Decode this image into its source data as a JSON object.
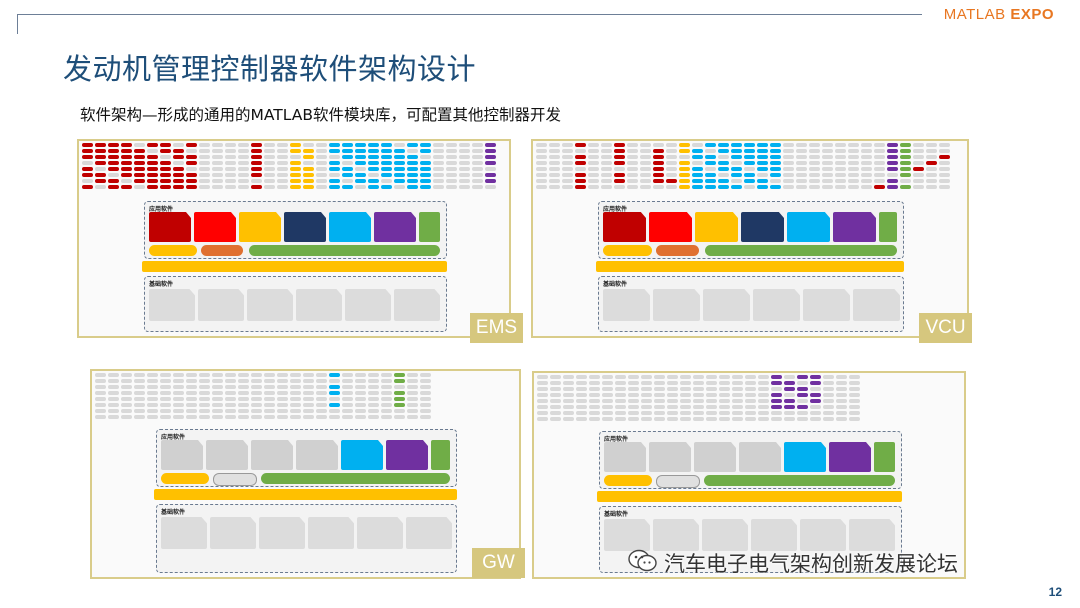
{
  "header": {
    "brand_light": "MATLAB",
    "brand_bold": "EXPO",
    "brand_color": "#e87722"
  },
  "title": "发动机管理控制器软件架构设计",
  "subtitle": "软件架构—形成的通用的MATLAB软件模块库，可配置其他控制器开发",
  "page_number": "12",
  "panels": [
    {
      "tag": "EMS",
      "app_label": "应用软件",
      "base_label": "基础软件"
    },
    {
      "tag": "VCU",
      "app_label": "应用软件",
      "base_label": "基础软件"
    },
    {
      "tag": "GW",
      "app_label": "应用软件",
      "base_label": "基础软件"
    },
    {
      "tag": "",
      "app_label": "应用软件",
      "base_label": "基础软件"
    }
  ],
  "watermark": {
    "text": "汽车电子电气架构创新发展论坛",
    "icon": "wechat-icon"
  },
  "colors": {
    "red": "#c00000",
    "bright_red": "#ff0000",
    "yellow": "#ffc000",
    "navy": "#1f3864",
    "cyan": "#00b0f0",
    "purple": "#7030a0",
    "green": "#70ad47",
    "gray": "#d9d9d9",
    "panel_border": "#d9cc8a",
    "tag_bg": "#d6c77e",
    "title": "#1e4e79"
  }
}
